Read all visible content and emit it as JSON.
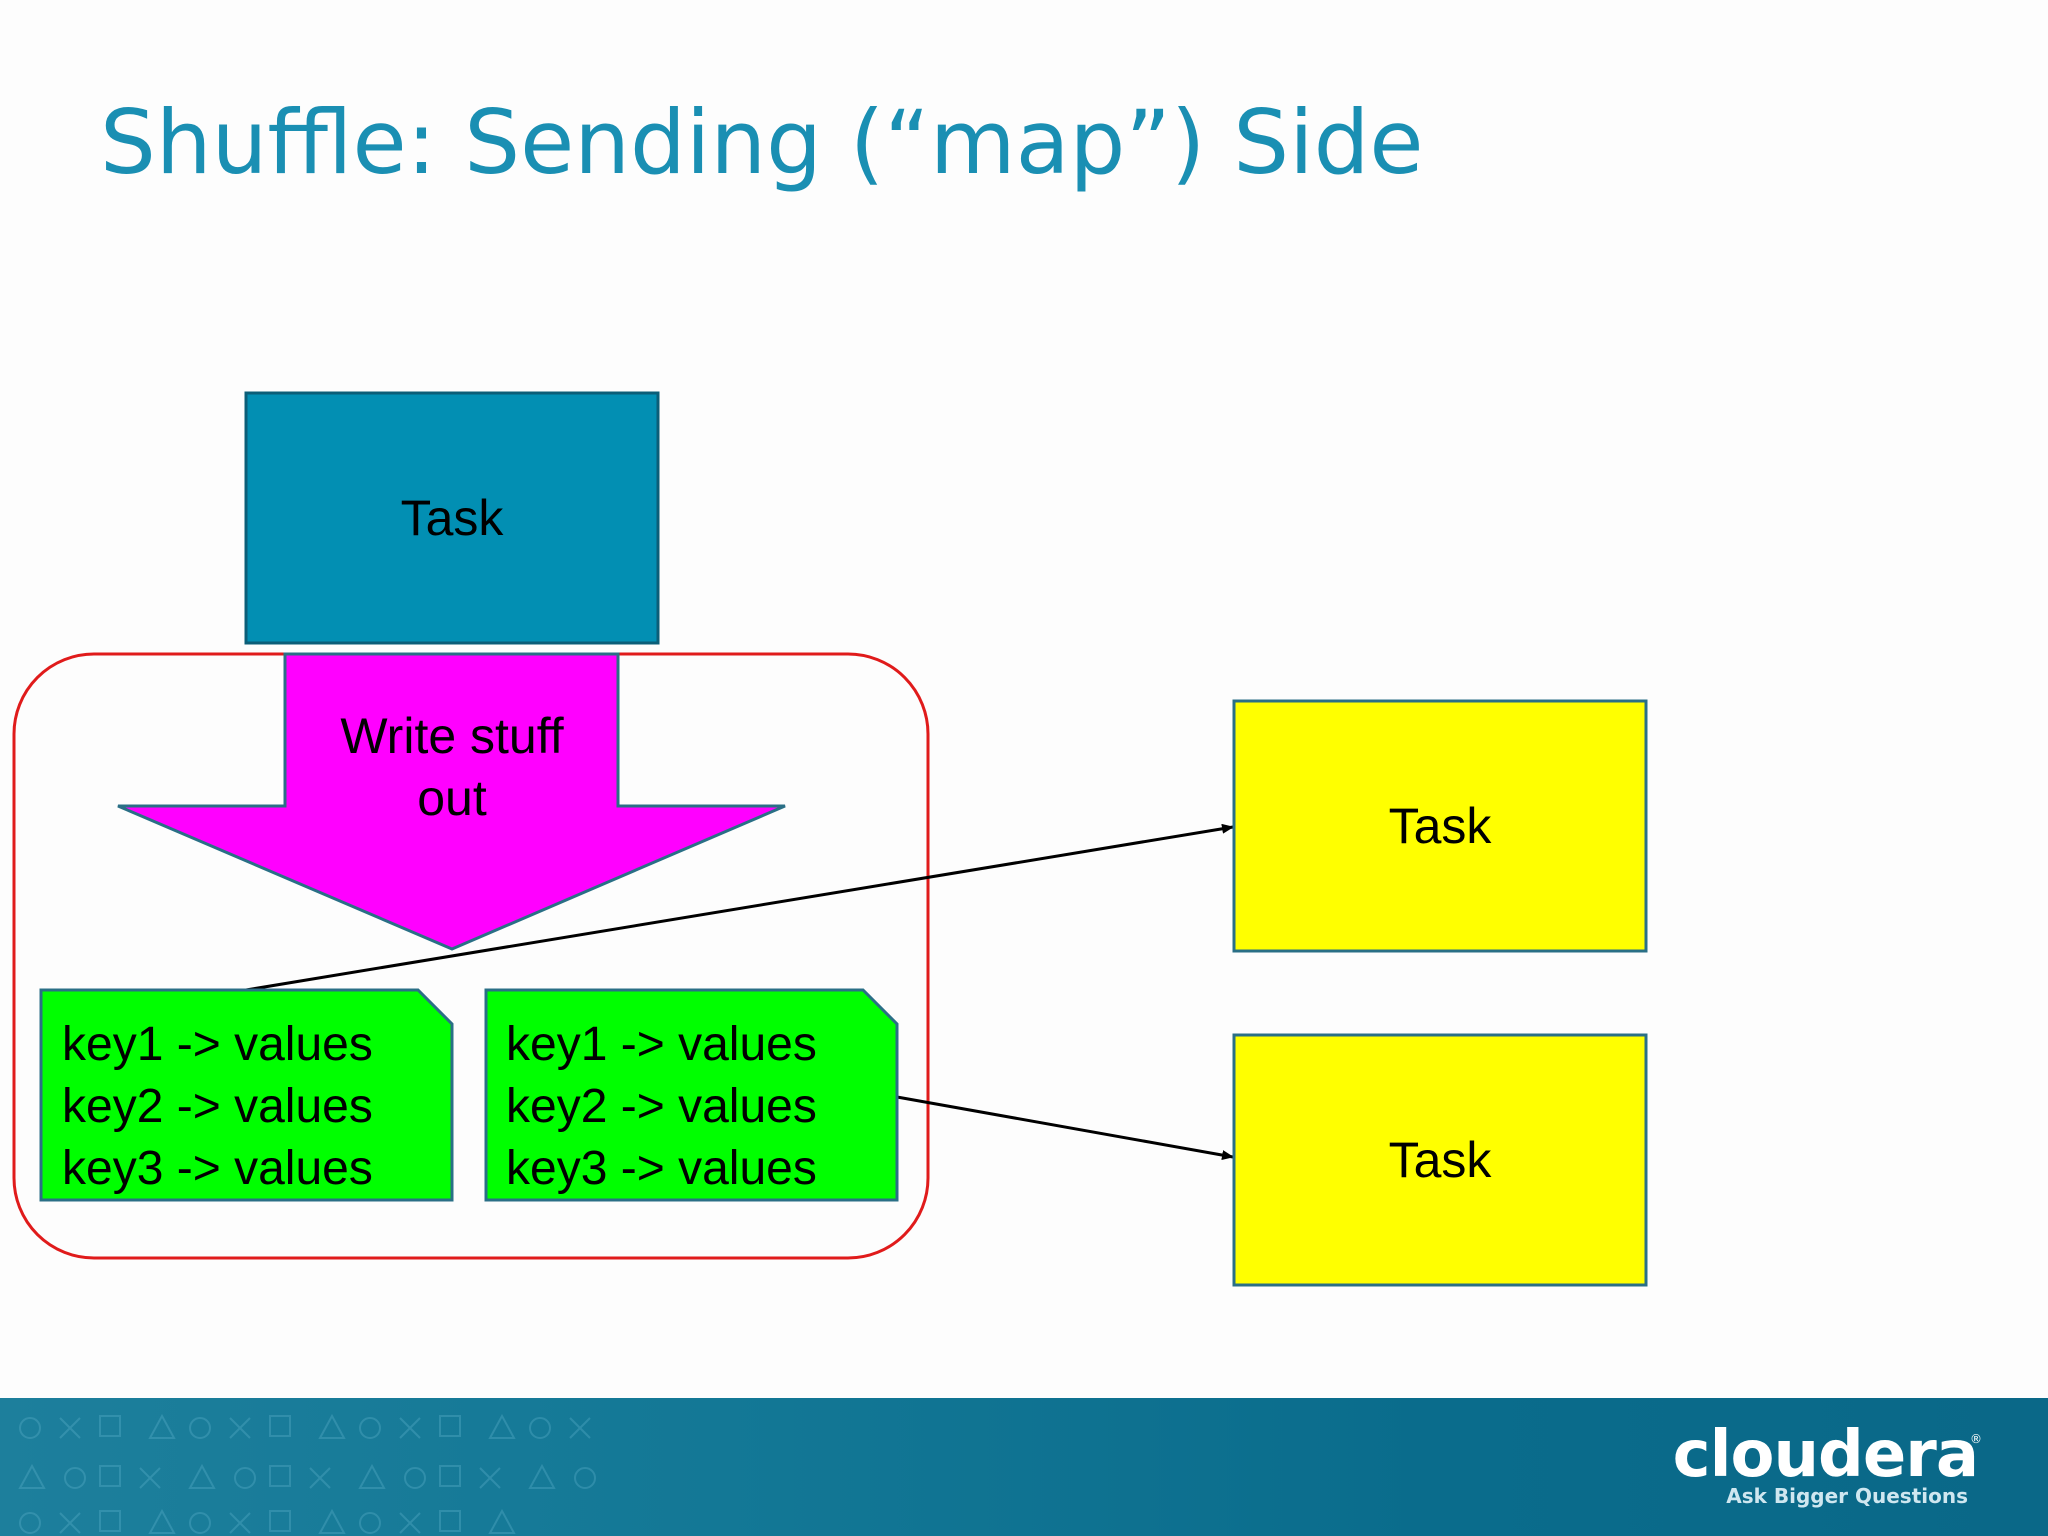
{
  "slide": {
    "title": "Shuffle: Sending (“map”) Side"
  },
  "diagram": {
    "source_task": {
      "label": "Task",
      "color": "#028fb3"
    },
    "write_arrow": {
      "line1": "Write stuff",
      "line2": "out",
      "color": "#ff00ff"
    },
    "container": {
      "border_color": "#e01b1b"
    },
    "files": [
      {
        "lines": [
          "key1 -> values",
          "key2 -> values",
          "key3 -> values"
        ],
        "color": "#00ff00"
      },
      {
        "lines": [
          "key1 -> values",
          "key2 -> values",
          "key3 -> values"
        ],
        "color": "#00ff00"
      }
    ],
    "targets": [
      {
        "label": "Task",
        "color": "#ffff00"
      },
      {
        "label": "Task",
        "color": "#ffff00"
      }
    ]
  },
  "footer": {
    "logo": "cloudera",
    "tagline": "Ask Bigger Questions",
    "registered_mark": "®",
    "color": "#137896"
  }
}
